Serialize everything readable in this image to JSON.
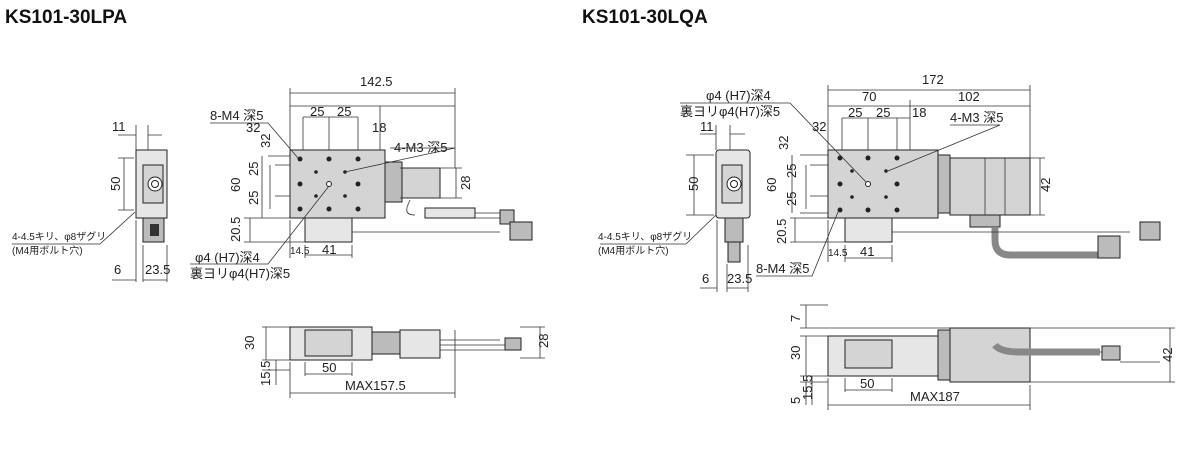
{
  "left": {
    "title": "KS101-30LPA",
    "end_view": {
      "d11": "11",
      "d50": "50",
      "d6": "6",
      "d23_5": "23.5",
      "note1": "4-4.5キリ、φ8ザグリ",
      "note2": "(M4用ボルト穴)"
    },
    "top_view": {
      "d142_5": "142.5",
      "d32h": "32",
      "d25a": "25",
      "d25b": "25",
      "d18": "18",
      "m4": "8-M4 深5",
      "m3": "4-M3 深5",
      "d28": "28",
      "d60": "60",
      "d25c": "25",
      "d25d": "25",
      "d32v": "32",
      "d20_5": "20.5",
      "d14_5": "14.5",
      "d41": "41",
      "pin1": "φ4 (H7)深4",
      "pin2": "裏ヨリφ4(H7)深5"
    },
    "side_view": {
      "d30": "30",
      "d15_5": "15.5",
      "d50": "50",
      "max": "MAX157.5",
      "d28": "28"
    }
  },
  "right": {
    "title": "KS101-30LQA",
    "end_view": {
      "d11": "11",
      "d50": "50",
      "d6": "6",
      "d23_5": "23.5",
      "note1": "4-4.5キリ、φ8ザグリ",
      "note2": "(M4用ボルト穴)"
    },
    "top_view": {
      "d172": "172",
      "d70": "70",
      "d102": "102",
      "d32h": "32",
      "d25a": "25",
      "d25b": "25",
      "d18": "18",
      "pin1": "φ4 (H7)深4",
      "pin2": "裏ヨリφ4(H7)深5",
      "m3": "4-M3 深5",
      "m4": "8-M4 深5",
      "d42": "42",
      "d60": "60",
      "d25c": "25",
      "d25d": "25",
      "d32v": "32",
      "d20_5": "20.5",
      "d14_5": "14.5",
      "d41": "41"
    },
    "side_view": {
      "d7": "7",
      "d30": "30",
      "d5": "5",
      "d15_5": "15.5",
      "d50": "50",
      "max": "MAX187",
      "d42": "42"
    }
  }
}
